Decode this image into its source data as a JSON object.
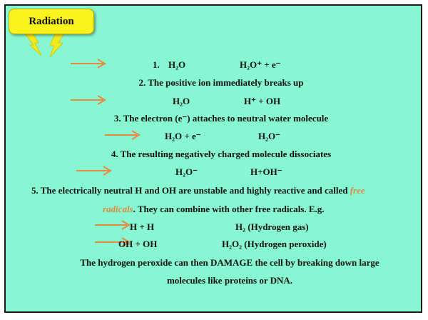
{
  "title": "Radiation",
  "colors": {
    "background": "#86f7d2",
    "badge": "#fbf31c",
    "arrow": "#e8893f",
    "highlight": "#e28a3e"
  },
  "steps": {
    "s1_num": "1.",
    "s1_left": "H₂O",
    "s1_right": "H₂O⁺  +  e⁻",
    "s2": "2.   The positive ion immediately breaks up",
    "s2_left": "H₂O",
    "s2_right": "H⁺  +  OH",
    "s3": "3.   The electron (e⁻) attaches to neutral water molecule",
    "s3_left": "H₂O  +  e⁻",
    "s3_right": "H₂O⁻",
    "s4": "4.   The resulting negatively charged molecule dissociates",
    "s4_left": "H₂O⁻",
    "s4_right": "H+OH⁻",
    "s5_a": "5.   The electrically neutral H and OH are unstable and highly reactive and called ",
    "s5_free1": "free",
    "s5_free2": "radicals",
    "s5_b": ". They can combine with other free radicals. E.g.",
    "s5_l1": "H + H",
    "s5_r1": "H₂    (Hydrogen gas)",
    "s5_l2": "OH + OH",
    "s5_r2": "H₂O₂ (Hydrogen peroxide)",
    "conclusion_1": "The hydrogen peroxide can then DAMAGE the cell by breaking down large",
    "conclusion_2": "molecules like proteins or DNA."
  }
}
